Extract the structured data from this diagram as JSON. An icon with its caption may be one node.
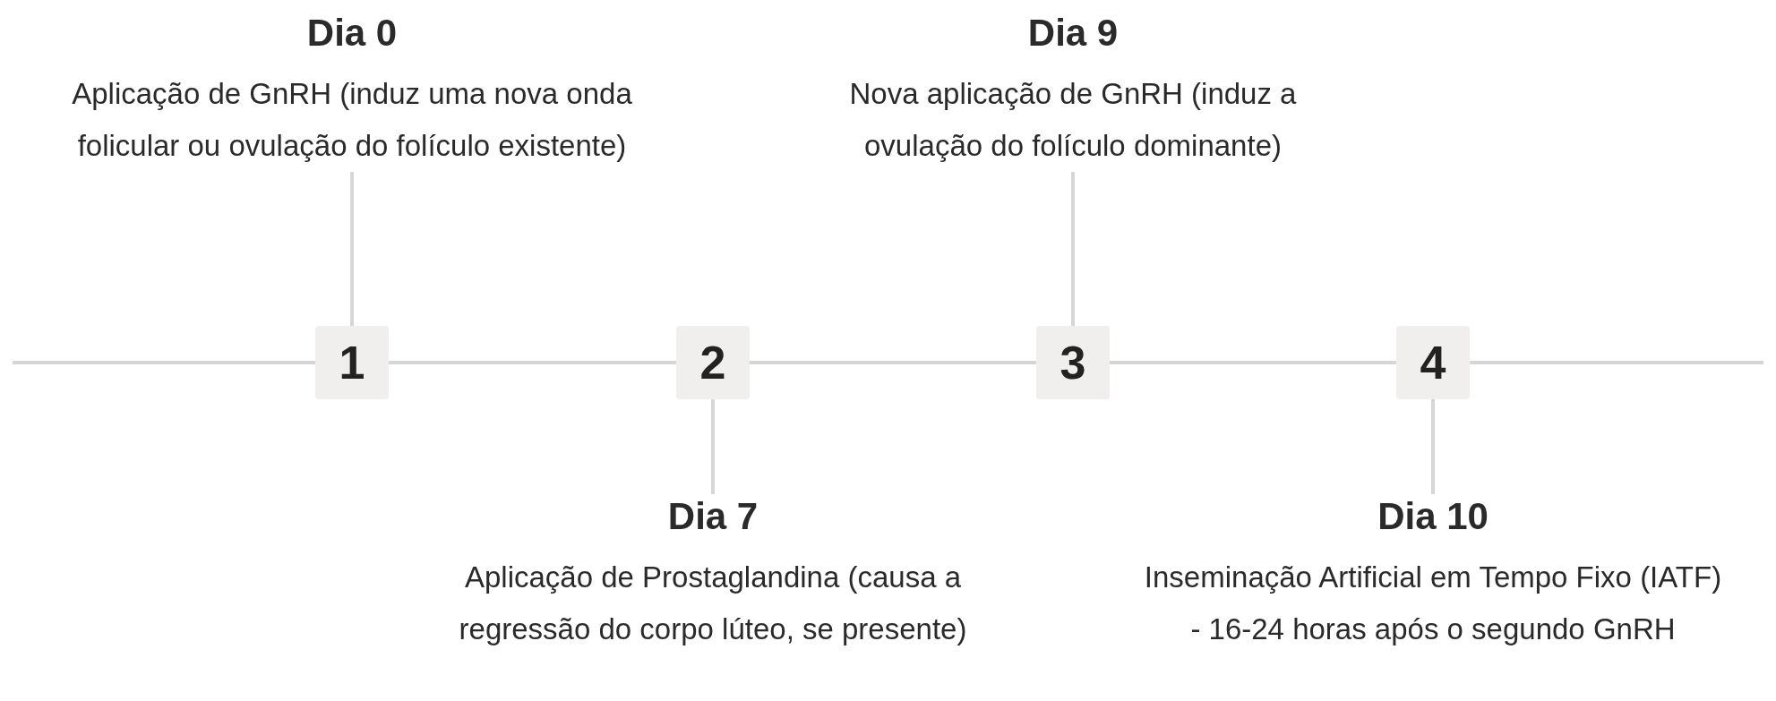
{
  "diagram": {
    "nodes": [
      {
        "text": [
          "Dia 0",
          "Aplicação de GnRH (induz uma nova onda folicular ou ovulação do folículo existente)"
        ]
      },
      {
        "text": [
          "Dia 9",
          "Nova aplicação de GnRH (induz a ovulação do folículo dominante)"
        ]
      },
      {
        "text": [
          "1"
        ]
      },
      {
        "text": [
          "2"
        ]
      },
      {
        "text": [
          "3"
        ]
      },
      {
        "text": [
          "4"
        ]
      },
      {
        "text": [
          "Dia 7",
          "Aplicação de Prostaglandina (causa a regressão do corpo lúteo, se presente)"
        ]
      },
      {
        "text": [
          "Dia 10",
          "Inseminação Artificial em Tempo Fixo (IATF) - 16-24 horas após o segundo GnRH"
        ]
      }
    ],
    "edges": [
      {
        "from": 2,
        "to": 0,
        "arrow": "none"
      },
      {
        "from": 3,
        "to": 6,
        "arrow": "none"
      },
      {
        "from": 4,
        "to": 1,
        "arrow": "none"
      },
      {
        "from": 5,
        "to": 7,
        "arrow": "none"
      },
      {
        "from": null,
        "to": 2,
        "arrow": "none"
      },
      {
        "from": 2,
        "to": 3,
        "arrow": "none"
      },
      {
        "from": 3,
        "to": 4,
        "arrow": "none"
      },
      {
        "from": 4,
        "to": 5,
        "arrow": "none"
      },
      {
        "from": 5,
        "to": null,
        "arrow": "none"
      }
    ]
  }
}
